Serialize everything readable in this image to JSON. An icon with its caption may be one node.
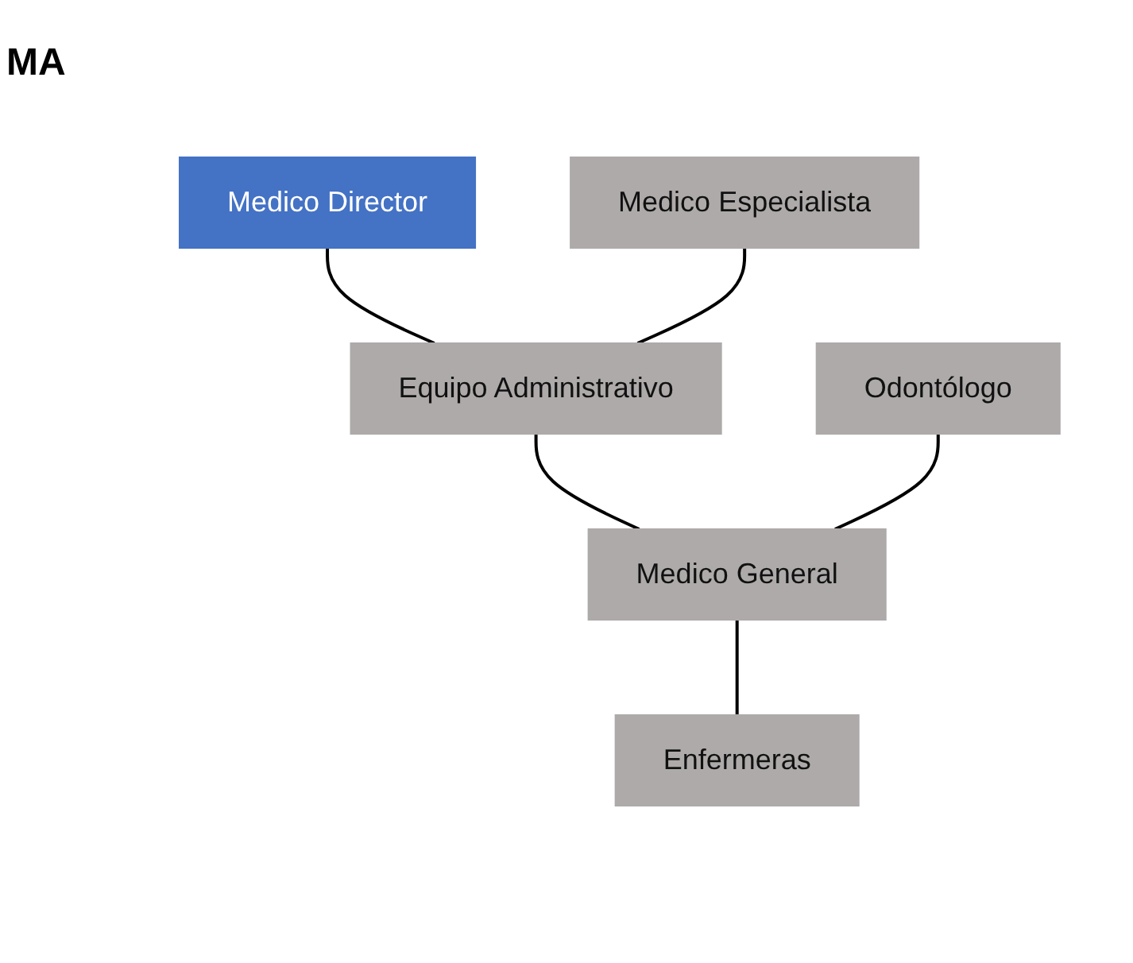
{
  "diagram": {
    "title": "MA",
    "nodes": [
      {
        "text": [
          "Medico Director"
        ]
      },
      {
        "text": [
          "Medico Especialista"
        ]
      },
      {
        "text": [
          "Equipo Administrativo"
        ]
      },
      {
        "text": [
          "Odontólogo"
        ]
      },
      {
        "text": [
          "Medico General"
        ]
      },
      {
        "text": [
          "Enfermeras"
        ]
      }
    ],
    "edges": [
      {
        "from": 0,
        "to": 2,
        "arrow": "none"
      },
      {
        "from": 1,
        "to": 2,
        "arrow": "none"
      },
      {
        "from": 2,
        "to": 4,
        "arrow": "none"
      },
      {
        "from": 3,
        "to": 4,
        "arrow": "none"
      },
      {
        "from": 4,
        "to": 5,
        "arrow": "none"
      }
    ]
  }
}
